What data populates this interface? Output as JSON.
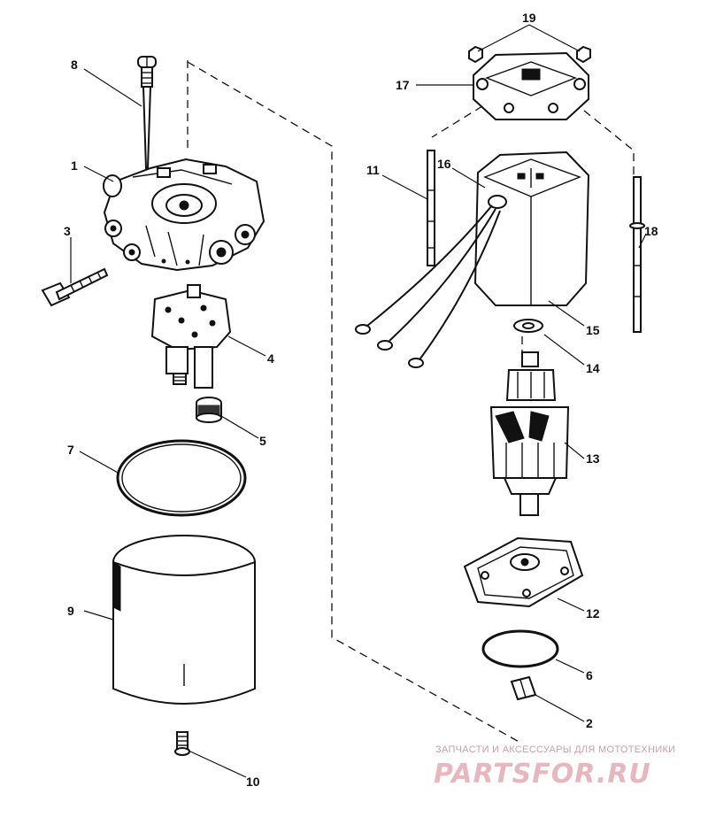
{
  "callouts": {
    "c1": "1",
    "c2": "2",
    "c3": "3",
    "c4": "4",
    "c5": "5",
    "c6": "6",
    "c7": "7",
    "c8": "8",
    "c9": "9",
    "c10": "10",
    "c11": "11",
    "c12": "12",
    "c13": "13",
    "c14": "14",
    "c15": "15",
    "c16": "16",
    "c17": "17",
    "c18": "18",
    "c19": "19"
  },
  "watermark": {
    "tagline": "ЗАПЧАСТИ И АКСЕССУАРЫ ДЛЯ МОТОТЕХНИКИ",
    "brand": "PARTSFOR.RU",
    "color": "#e8b7be"
  }
}
